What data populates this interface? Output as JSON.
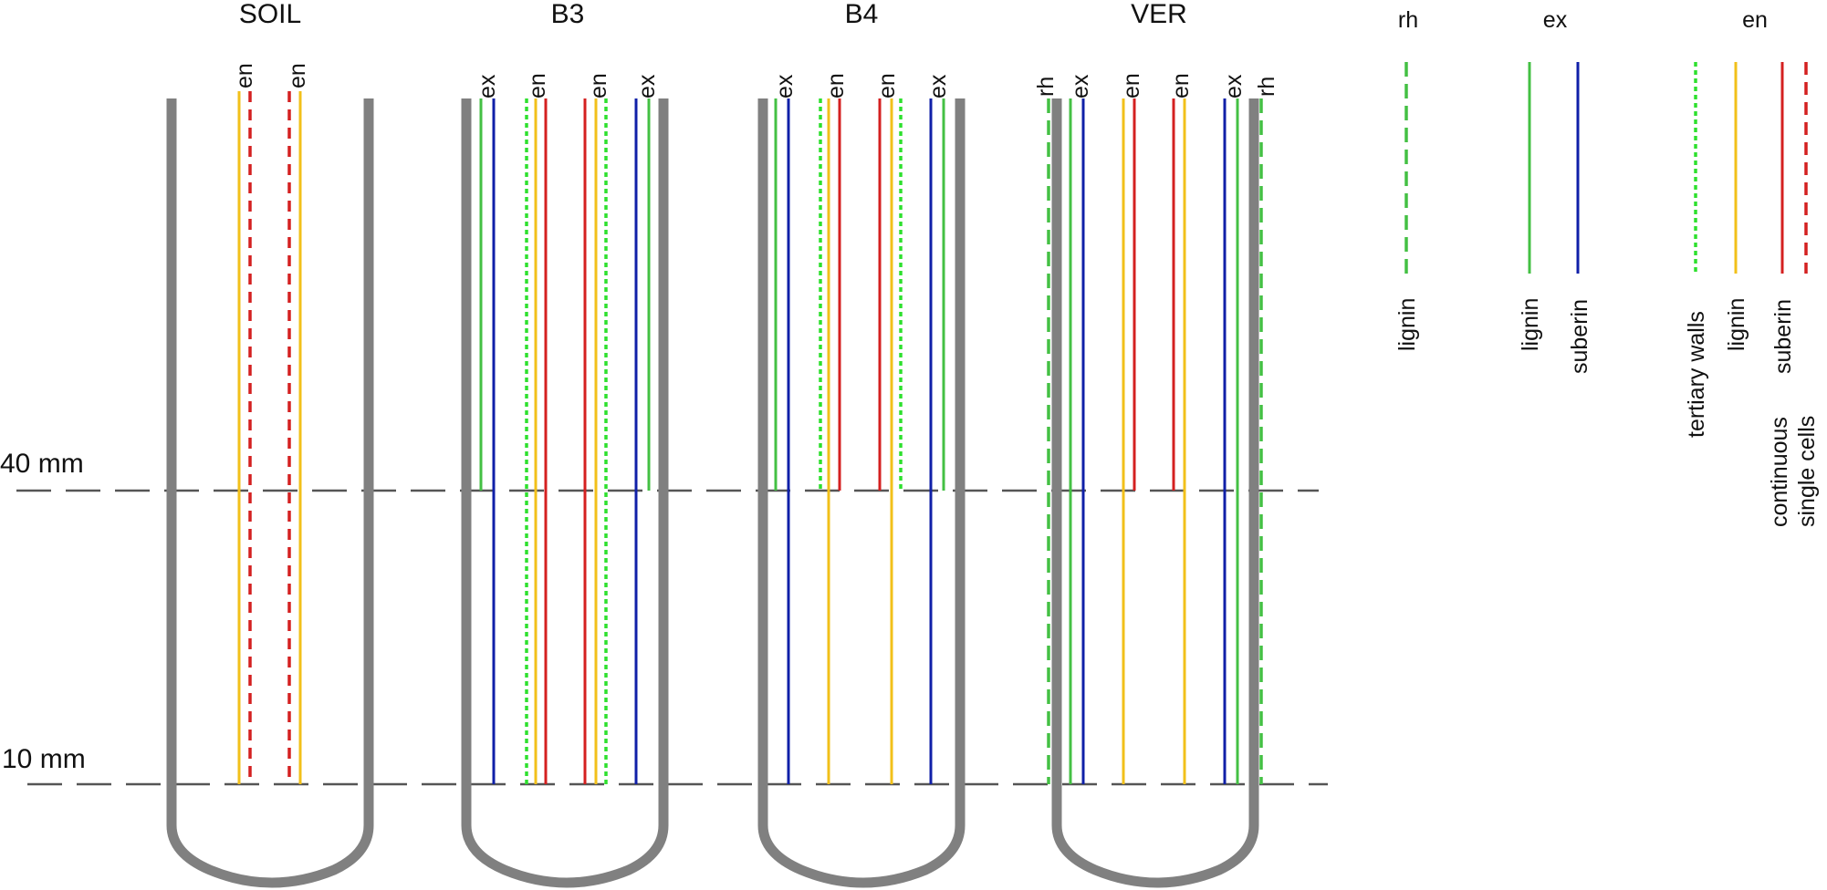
{
  "colors": {
    "root": "#808080",
    "guide": "#555555",
    "green": "#44c044",
    "bright_green": "#2ee02e",
    "navy": "#1020a8",
    "gold": "#f2c01a",
    "red": "#d42020"
  },
  "panels": [
    {
      "title": "SOIL",
      "labels": [
        "en",
        "en"
      ]
    },
    {
      "title": "B3",
      "labels": [
        "ex",
        "en",
        "en",
        "ex"
      ]
    },
    {
      "title": "B4",
      "labels": [
        "ex",
        "en",
        "en",
        "ex"
      ]
    },
    {
      "title": "VER",
      "labels": [
        "rh",
        "ex",
        "en",
        "en",
        "ex",
        "rh"
      ]
    }
  ],
  "depth_markers": [
    {
      "label": "40 mm",
      "depth_mm": 40
    },
    {
      "label": "10 mm",
      "depth_mm": 10
    }
  ],
  "legend": {
    "groups": [
      {
        "title": "rh",
        "items": [
          {
            "label": "lignin",
            "color": "green",
            "style": "dashed"
          }
        ]
      },
      {
        "title": "ex",
        "items": [
          {
            "label": "lignin",
            "color": "green",
            "style": "solid"
          },
          {
            "label": "suberin",
            "color": "navy",
            "style": "solid"
          }
        ]
      },
      {
        "title": "en",
        "items": [
          {
            "label": "tertiary walls",
            "color": "bright_green",
            "style": "dotted"
          },
          {
            "label": "lignin",
            "color": "gold",
            "style": "solid"
          },
          {
            "label": "suberin",
            "color": "red",
            "style": "solid",
            "note": "continuous"
          },
          {
            "label": "",
            "color": "red",
            "style": "dashed",
            "note": "single cells"
          }
        ]
      }
    ]
  }
}
